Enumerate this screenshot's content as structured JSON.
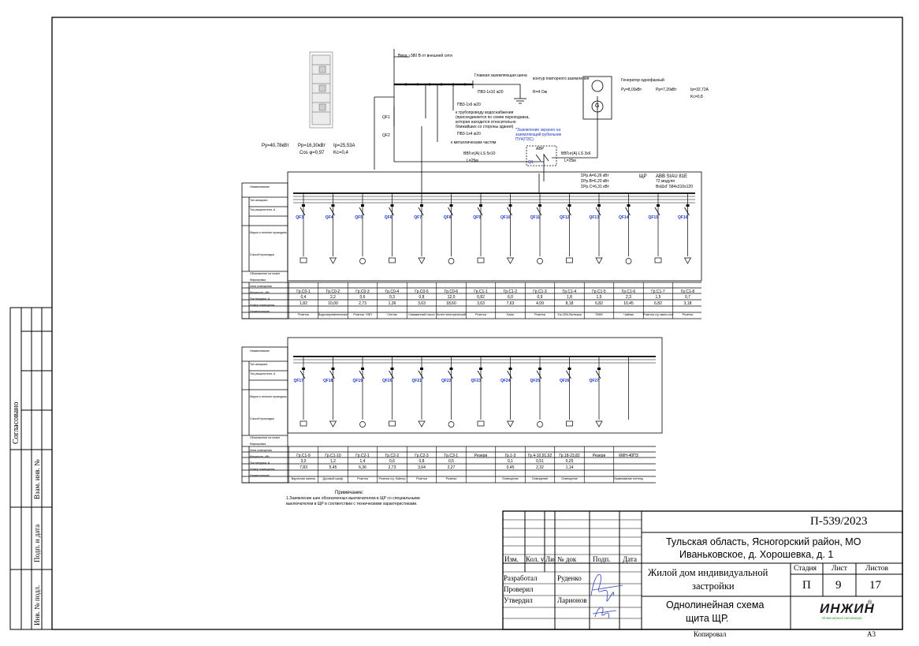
{
  "left_stamp": {
    "agreed": "Согласовано",
    "inv_replace": "Взам. инв. №",
    "sign_date": "Подп. и дата",
    "inv_orig": "Инв. № подл."
  },
  "cabinet_photo_stats": {
    "py": "Py=40,78кВт",
    "pp": "Pp=16,30кВт",
    "ip": "Ip=25,53A",
    "cos": "Cos φ=0,97",
    "kc": "Kc=0,4"
  },
  "top_notes": {
    "input": "Ввод ~380 В от внешней сети",
    "ground_bus": "Главная заземляющая шина",
    "ground_loop": "контур повторного заземления",
    "r": "R=4 Ом",
    "pv1": "ПВ3-1х10 ж20",
    "pv2": "ПВ3-1х6 ж20",
    "pipe_note_1": "к трубопроводу водоснабжения",
    "pipe_note_2": "(присоединяется по схеме переходника,",
    "pipe_note_3": "которая находится относительно",
    "pipe_note_4": "ближайших со стороны здания)",
    "pv3": "ПВ3-1х4 ж20",
    "metal": "к металлическим частям",
    "blue_note_1": "*Заземление экранно на",
    "blue_note_2": "заземляющий рубильник",
    "blue_note_3": "ПУ4(ПЗС)",
    "cable_main": "ВВГнг(А)-LS 5х10",
    "len_main": "L=25м",
    "cable_gen": "ВВГнг(А)-LS 3х6",
    "len_gen": "L=25м",
    "avr": "АВР",
    "q1": "Q1",
    "qf1": "QF1",
    "qf2": "QF2",
    "gen_title": "Генератор однофазный",
    "gen_py": "Py=8,00кВт",
    "gen_pp": "Pp=7,20кВт",
    "gen_ip": "Ip=32,72A",
    "gen_kc": "Kc=0,8",
    "gen_g": "G"
  },
  "panel": {
    "label": "ЩР",
    "model": "ABB SIAU 81E",
    "modules": "72 модуля",
    "size": "ВхШхГ 584х310х120",
    "pa": "ΣPp.A=6,26 кВт",
    "pb": "ΣPp.B=6,20 кВт",
    "pc": "ΣPp.C=6,31 кВт"
  },
  "row_headers_top": [
    "Наименование",
    "Тип аппарата",
    "Ток расцепителя, А",
    "Марка и сечение проводника",
    "Способ прокладки",
    "Обозначение на плане",
    "Маркировка",
    "Зона освещения",
    "Мощность, кВт",
    "Ток нагрузки, А",
    "Номер помещения",
    "Наименование"
  ],
  "row_headers_bottom": [
    "Наименование",
    "Тип аппарата",
    "Ток расцепителя, А",
    "Марка и сечение проводника",
    "Способ прокладки",
    "Обозначение на плане",
    "Маркировка",
    "Зона освещения",
    "Мощность, кВт",
    "Ток нагрузки, А",
    "Номер помещения",
    "Наименование"
  ],
  "top_breakers": [
    {
      "id": "QF3",
      "group": "Гр.С0-1",
      "power": "0,4",
      "current": "1,82",
      "name": "Розетки"
    },
    {
      "id": "QF4",
      "group": "Гр.С0-2",
      "power": "2,2",
      "current": "10,00",
      "name": "Водонагревательные электроприборы"
    },
    {
      "id": "QF5",
      "group": "Гр.С0-3",
      "power": "0,6",
      "current": "2,73",
      "name": "Розетки, УВП"
    },
    {
      "id": "QF6",
      "group": "Гр.С0-4",
      "power": "0,3",
      "current": "1,36",
      "name": "Септик"
    },
    {
      "id": "QF7",
      "group": "Гр.С0-5",
      "power": "0,8",
      "current": "3,63",
      "name": "Скважинный насос"
    },
    {
      "id": "QF8",
      "group": "Гр.С0-6",
      "power": "12,0",
      "current": "18,60",
      "name": "Котел электрический"
    },
    {
      "id": "QF9",
      "group": "Гр.С1-1",
      "power": "0,82",
      "current": "3,63",
      "name": "Розетки"
    },
    {
      "id": "QF10",
      "group": "Гр.С1-2",
      "power": "6,0",
      "current": "7,63",
      "name": "Баня"
    },
    {
      "id": "QF11",
      "group": "Гр.С1-3",
      "power": "0,9",
      "current": "4,09",
      "name": "Розетки"
    },
    {
      "id": "QF12",
      "group": "Гр.С1-4",
      "power": "1,8",
      "current": "8,18",
      "name": "Х/к,СВЧ,Вытяжка"
    },
    {
      "id": "QF13",
      "group": "Гр.С1-5",
      "power": "1,5",
      "current": "6,82",
      "name": "ПММ"
    },
    {
      "id": "QF14",
      "group": "Гр.С1-6",
      "power": "2,3",
      "current": "10,45",
      "name": "Чайник"
    },
    {
      "id": "QF15",
      "group": "Гр.С1-7",
      "power": "1,5",
      "current": "6,82",
      "name": "Розетки с/у, мини-холодильник"
    },
    {
      "id": "QF16",
      "group": "Гр.С1-8",
      "power": "0,7",
      "current": "3,18",
      "name": "Розетки"
    }
  ],
  "bottom_breakers": [
    {
      "id": "QF17",
      "group": "Гр.С1-9",
      "power": "3,0",
      "current": "7,83",
      "name": "Варочная панель"
    },
    {
      "id": "QF18",
      "group": "Гр.С1-10",
      "power": "1,2",
      "current": "5,45",
      "name": "Духовой шкаф"
    },
    {
      "id": "QF19",
      "group": "Гр.С2-1",
      "power": "1,4",
      "current": "6,36",
      "name": "Розетки"
    },
    {
      "id": "QF20",
      "group": "Гр.С2-2",
      "power": "0,6",
      "current": "2,73",
      "name": "Розетки с/у, бойлер"
    },
    {
      "id": "QF21",
      "group": "Гр.С2-3",
      "power": "0,8",
      "current": "3,64",
      "name": "Розетки"
    },
    {
      "id": "QF22",
      "group": "Гр.С3-1",
      "power": "0,5",
      "current": "2,27",
      "name": "Розетки"
    },
    {
      "id": "QF23",
      "group": "Резерв",
      "power": "",
      "current": "",
      "name": ""
    },
    {
      "id": "QF24",
      "group": "Гр.1-3",
      "power": "0,1",
      "current": "0,45",
      "name": "Освещение"
    },
    {
      "id": "QF25",
      "group": "Гр.4-10,91,92",
      "power": "0,51",
      "current": "2,32",
      "name": "Освещение"
    },
    {
      "id": "QF26",
      "group": "Гр.18-23,82",
      "power": "0,25",
      "current": "1,14",
      "name": "Освещение"
    },
    {
      "id": "QF27",
      "group": "Резерв",
      "power": "",
      "current": "",
      "name": ""
    },
    {
      "id": "",
      "group": "КМН-40ПЗ",
      "power": "",
      "current": "",
      "name": "Уравнивание потенциалов"
    }
  ],
  "notes": {
    "title": "Примечание:",
    "line1": "1.Заземление шин обозначенных выключателем в ЩР со специальными",
    "line2": "выключателем в ЩР в соответствии с техническими характеристиками."
  },
  "title_block": {
    "project_code": "П-539/2023",
    "address_line1": "Тульская область, Ясногорский район, МО",
    "address_line2": "Иваньковское, д. Хорошевка, д. 1",
    "object_line1": "Жилой дом индивидуальной",
    "object_line2": "застройки",
    "sheet_title_line1": "Однолинейная схема",
    "sheet_title_line2": "щита ЩР.",
    "stage_label": "Стадия",
    "sheet_label": "Лист",
    "sheets_label": "Листов",
    "stage": "П",
    "sheet": "9",
    "sheets": "17",
    "col_izm": "Изм.",
    "col_kol": "Кол. уч",
    "col_list": "Лист",
    "col_doc": "№ док",
    "col_sign": "Подп.",
    "col_date": "Дата",
    "developed_label": "Разработал",
    "developed_name": "Руденко",
    "checked_label": "Проверил",
    "approved_label": "Утвердил",
    "approved_name": "Ларионов",
    "logo_text": "ИНЖИН",
    "logo_sub": "Инженерные инновации",
    "logo_reg": "®"
  },
  "footer": {
    "copied": "Копировал",
    "format": "А3"
  }
}
